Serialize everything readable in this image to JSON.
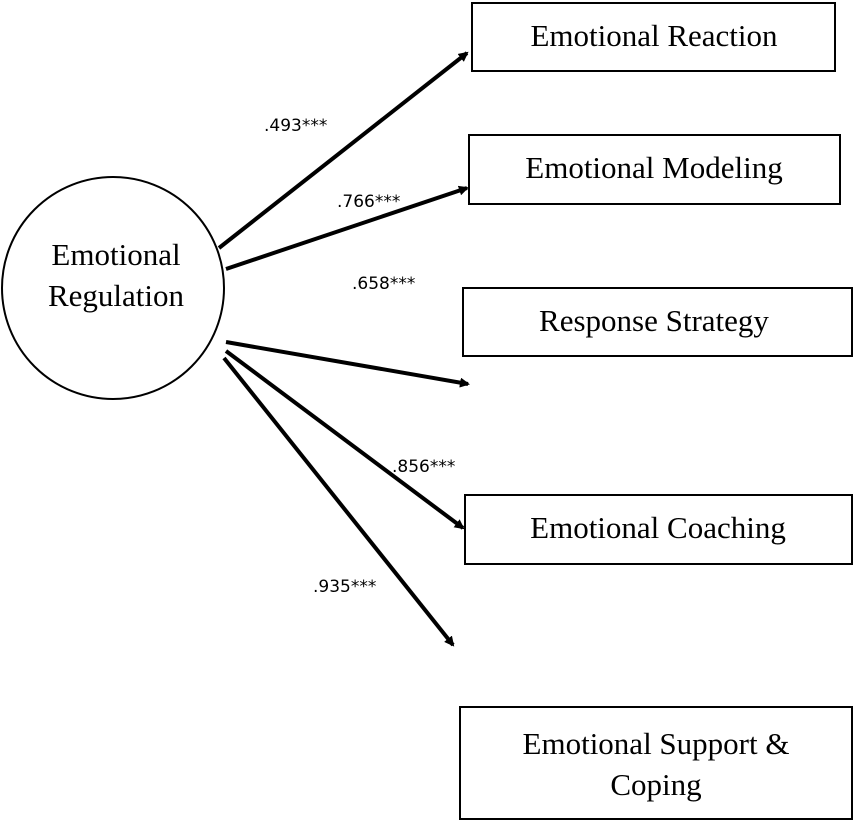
{
  "latent": {
    "line1": "Emotional",
    "line2": "Regulation"
  },
  "indicators": [
    {
      "label": "Emotional Reaction"
    },
    {
      "label": "Emotional Modeling"
    },
    {
      "label": "Response Strategy"
    },
    {
      "label": "Emotional Coaching"
    },
    {
      "label_line1": "Emotional Support &",
      "label_line2": "Coping"
    }
  ],
  "coefficients": [
    ".493***",
    ".766***",
    ".658***",
    ".856***",
    ".935***"
  ],
  "colors": {
    "stroke": "#000000",
    "background": "#ffffff"
  }
}
